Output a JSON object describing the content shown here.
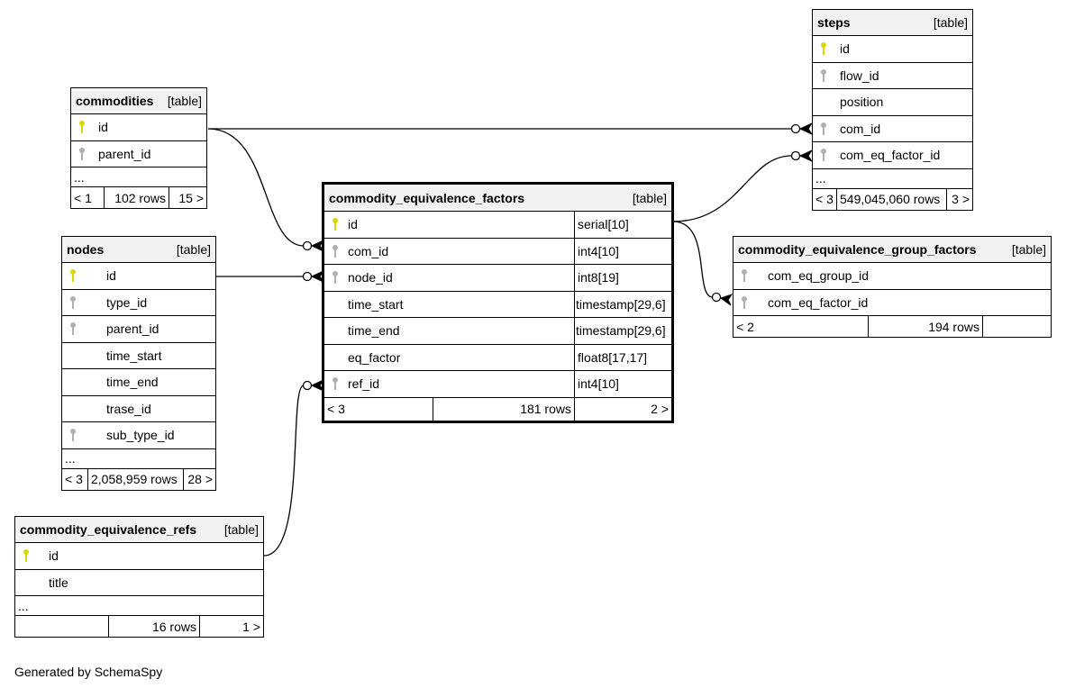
{
  "footer": "Generated by SchemaSpy",
  "colors": {
    "primary_key": "#d9d900",
    "foreign_key": "#b0b0b0",
    "header_bg": "#f2f2f2"
  },
  "tables": {
    "commodities": {
      "name": "commodities",
      "kind": "[table]",
      "columns": [
        {
          "name": "id",
          "key": "primary-key"
        },
        {
          "name": "parent_id",
          "key": "foreign-key"
        }
      ],
      "more": "...",
      "footer": {
        "parents": "< 1",
        "rows": "102 rows",
        "children": "15 >"
      }
    },
    "steps": {
      "name": "steps",
      "kind": "[table]",
      "columns": [
        {
          "name": "id",
          "key": "primary-key"
        },
        {
          "name": "flow_id",
          "key": "foreign-key"
        },
        {
          "name": "position",
          "key": "none"
        },
        {
          "name": "com_id",
          "key": "foreign-key"
        },
        {
          "name": "com_eq_factor_id",
          "key": "foreign-key"
        }
      ],
      "more": "...",
      "footer": {
        "parents": "< 3",
        "rows": "549,045,060 rows",
        "children": "3 >"
      }
    },
    "nodes": {
      "name": "nodes",
      "kind": "[table]",
      "columns": [
        {
          "name": "id",
          "key": "primary-key"
        },
        {
          "name": "type_id",
          "key": "foreign-key"
        },
        {
          "name": "parent_id",
          "key": "foreign-key"
        },
        {
          "name": "time_start",
          "key": "none"
        },
        {
          "name": "time_end",
          "key": "none"
        },
        {
          "name": "trase_id",
          "key": "none"
        },
        {
          "name": "sub_type_id",
          "key": "foreign-key"
        }
      ],
      "more": "...",
      "footer": {
        "parents": "< 3",
        "rows": "2,058,959 rows",
        "children": "28 >"
      }
    },
    "commodity_equivalence_factors": {
      "name": "commodity_equivalence_factors",
      "kind": "[table]",
      "columns": [
        {
          "name": "id",
          "key": "primary-key",
          "type": "serial[10]"
        },
        {
          "name": "com_id",
          "key": "foreign-key",
          "type": "int4[10]"
        },
        {
          "name": "node_id",
          "key": "foreign-key",
          "type": "int8[19]"
        },
        {
          "name": "time_start",
          "key": "none",
          "type": "timestamp[29,6]"
        },
        {
          "name": "time_end",
          "key": "none",
          "type": "timestamp[29,6]"
        },
        {
          "name": "eq_factor",
          "key": "none",
          "type": "float8[17,17]"
        },
        {
          "name": "ref_id",
          "key": "foreign-key",
          "type": "int4[10]"
        }
      ],
      "footer": {
        "parents": "< 3",
        "rows": "181 rows",
        "children": "2 >"
      }
    },
    "commodity_equivalence_group_factors": {
      "name": "commodity_equivalence_group_factors",
      "kind": "[table]",
      "columns": [
        {
          "name": "com_eq_group_id",
          "key": "foreign-key"
        },
        {
          "name": "com_eq_factor_id",
          "key": "foreign-key"
        }
      ],
      "footer": {
        "parents": "< 2",
        "rows": "194 rows",
        "children": ""
      }
    },
    "commodity_equivalence_refs": {
      "name": "commodity_equivalence_refs",
      "kind": "[table]",
      "columns": [
        {
          "name": "id",
          "key": "primary-key"
        },
        {
          "name": "title",
          "key": "none"
        }
      ],
      "more": "...",
      "footer": {
        "parents": "",
        "rows": "16 rows",
        "children": "1 >"
      }
    }
  },
  "relationships": [
    {
      "from": "commodities.id",
      "to": "steps.com_id"
    },
    {
      "from": "commodities.id",
      "to": "commodity_equivalence_factors.com_id"
    },
    {
      "from": "nodes.id",
      "to": "commodity_equivalence_factors.node_id"
    },
    {
      "from": "commodity_equivalence_refs.id",
      "to": "commodity_equivalence_factors.ref_id"
    },
    {
      "from": "commodity_equivalence_factors.id",
      "to": "steps.com_eq_factor_id"
    },
    {
      "from": "commodity_equivalence_factors.id",
      "to": "commodity_equivalence_group_factors.com_eq_factor_id"
    }
  ]
}
